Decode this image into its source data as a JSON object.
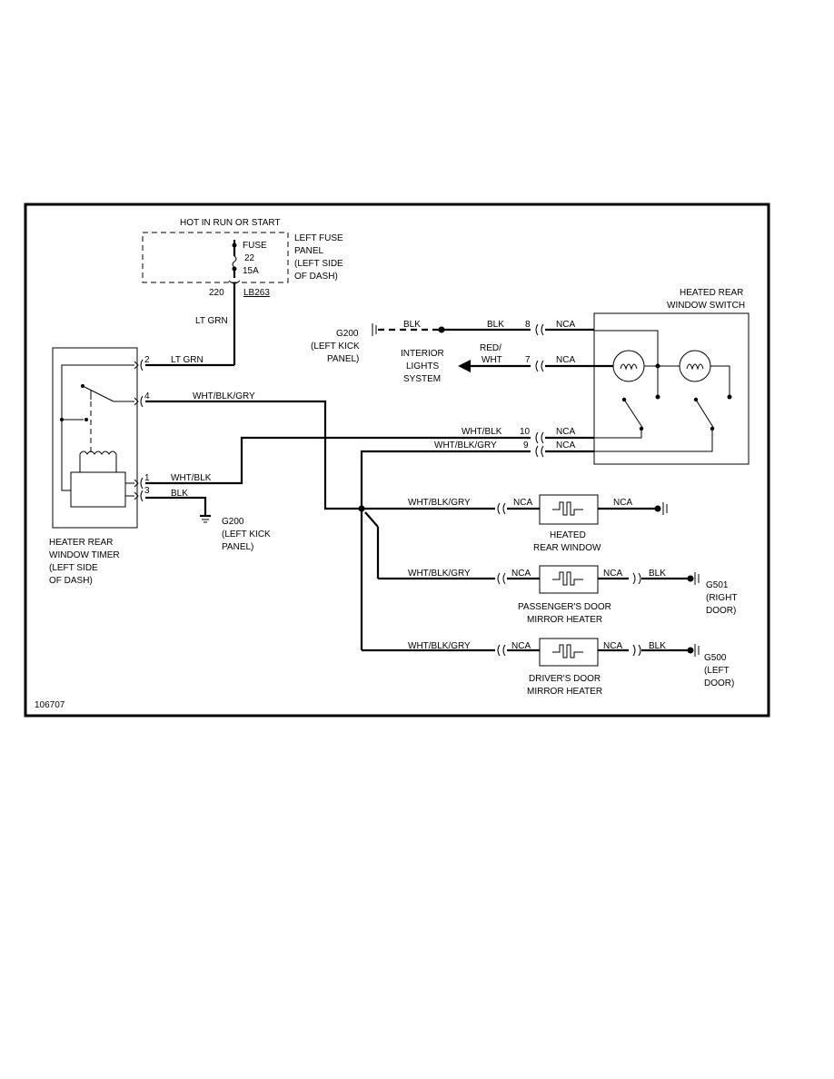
{
  "diagram_id": "106707",
  "power": {
    "hot_label": "HOT IN RUN OR START",
    "fuse_label": "FUSE",
    "fuse_number": "22",
    "fuse_amps": "15A",
    "panel_label": [
      "LEFT FUSE",
      "PANEL",
      "(LEFT SIDE",
      "OF DASH)"
    ],
    "circuit_number": "220",
    "connector": "LB263",
    "wire_color": "LT GRN"
  },
  "timer": {
    "label": [
      "HEATER REAR",
      "WINDOW TIMER",
      "(LEFT SIDE",
      "OF DASH)"
    ],
    "pins": [
      {
        "pin": "2",
        "wire": "LT GRN"
      },
      {
        "pin": "4",
        "wire": "WHT/BLK/GRY"
      },
      {
        "pin": "1",
        "wire": "WHT/BLK"
      },
      {
        "pin": "3",
        "wire": "BLK"
      }
    ]
  },
  "grounds": {
    "timer_ground": [
      "G200",
      "(LEFT KICK",
      "PANEL)"
    ],
    "switch_ground": [
      "G200",
      "(LEFT KICK",
      "PANEL)"
    ],
    "passenger_ground": [
      "G501",
      "(RIGHT",
      "DOOR)"
    ],
    "driver_ground": [
      "G500",
      "(LEFT",
      "DOOR)"
    ]
  },
  "switch": {
    "label": [
      "HEATED REAR",
      "WINDOW SWITCH"
    ],
    "pins": [
      {
        "pin": "8",
        "wire_left": "BLK",
        "wire_left2": "BLK",
        "wire_right": "NCA"
      },
      {
        "pin": "7",
        "wire_left": "RED/",
        "wire_left2": "WHT",
        "wire_right": "NCA"
      },
      {
        "pin": "10",
        "wire_left": "WHT/BLK",
        "wire_right": "NCA"
      },
      {
        "pin": "9",
        "wire_left": "WHT/BLK/GRY",
        "wire_right": "NCA"
      }
    ]
  },
  "interior_lights": [
    "INTERIOR",
    "LIGHTS",
    "SYSTEM"
  ],
  "loads": [
    {
      "name": [
        "HEATED",
        "REAR WINDOW"
      ],
      "wire_in": "WHT/BLK/GRY",
      "conn_in": "NCA",
      "conn_out": "NCA",
      "wire_out": ""
    },
    {
      "name": [
        "PASSENGER'S DOOR",
        "MIRROR HEATER"
      ],
      "wire_in": "WHT/BLK/GRY",
      "conn_in": "NCA",
      "conn_out": "NCA",
      "wire_out": "BLK"
    },
    {
      "name": [
        "DRIVER'S DOOR",
        "MIRROR HEATER"
      ],
      "wire_in": "WHT/BLK/GRY",
      "conn_in": "NCA",
      "conn_out": "NCA",
      "wire_out": "BLK"
    }
  ]
}
